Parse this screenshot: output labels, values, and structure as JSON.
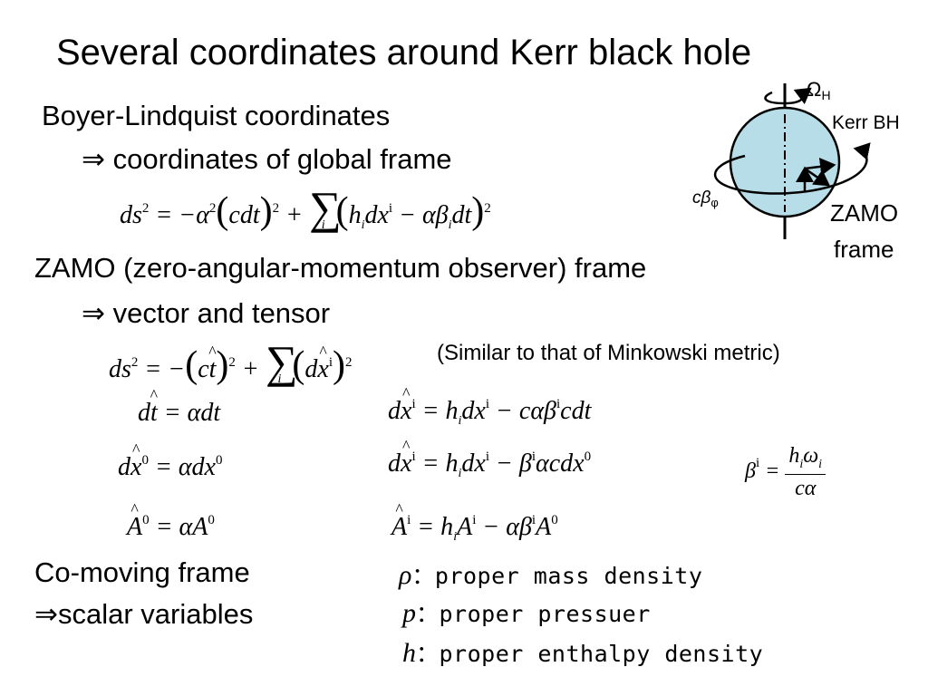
{
  "title": "Several coordinates around Kerr black hole",
  "sections": {
    "bl": {
      "heading": "Boyer-Lindquist coordinates",
      "sub": "⇒ coordinates of global frame"
    },
    "zamo": {
      "heading": "ZAMO (zero-angular-momentum observer) frame",
      "sub": "⇒ vector and tensor",
      "note": "(Similar to that of Minkowski metric)"
    },
    "comoving": {
      "heading": "Co-moving frame",
      "sub": "⇒scalar variables"
    }
  },
  "definitions": [
    {
      "symbol": "ρ",
      "text": "：proper mass density"
    },
    {
      "symbol": "p",
      "text": "：proper pressuer"
    },
    {
      "symbol": "h",
      "text": "：proper enthalpy density"
    }
  ],
  "diagram": {
    "omega_label": "Ω",
    "omega_sub": "H",
    "kerr_label": "Kerr BH",
    "cbeta_label": "cβ",
    "cbeta_sub": "φ",
    "zamo_label_1": "ZAMO",
    "zamo_label_2": "frame",
    "sphere_color": "#b7dde8"
  }
}
